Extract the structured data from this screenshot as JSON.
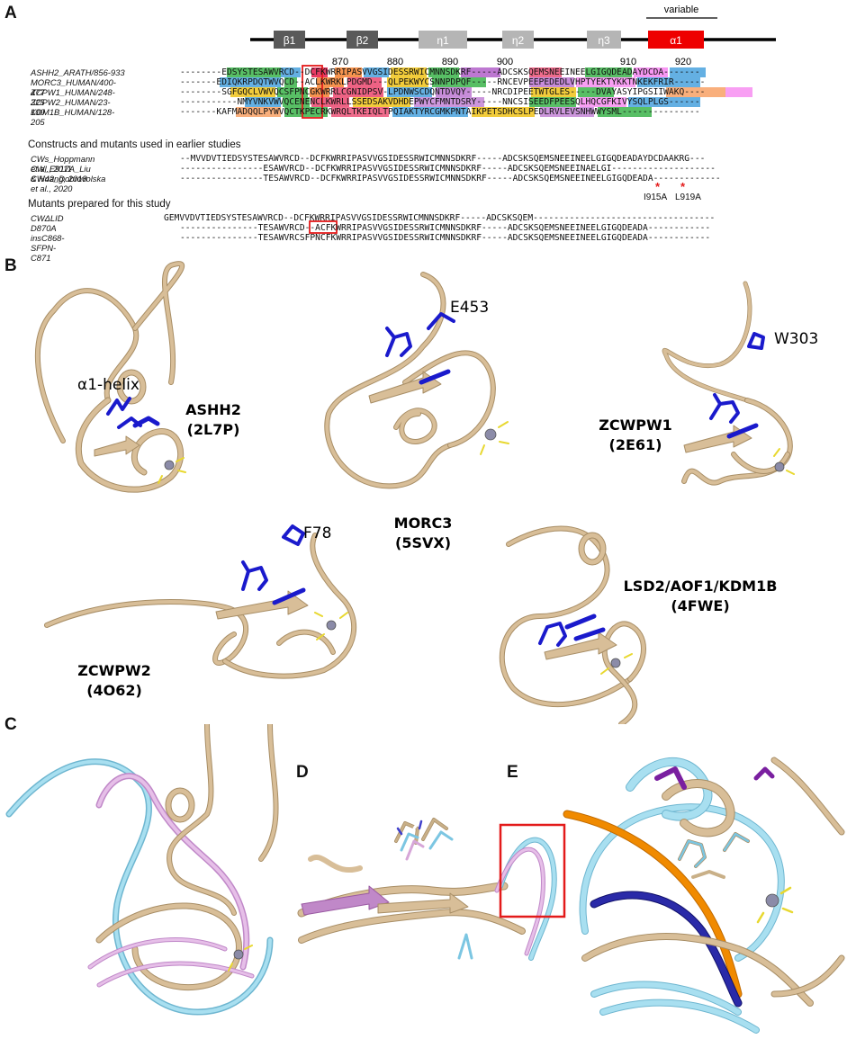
{
  "panels": {
    "a": "A",
    "b": "B",
    "c": "C",
    "d": "D",
    "e": "E"
  },
  "secondary_structure": {
    "variable_label": "variable",
    "elements": [
      {
        "label": "β1",
        "color": "#5a5a5a"
      },
      {
        "label": "β2",
        "color": "#5a5a5a"
      },
      {
        "label": "η1",
        "color": "#b5b5b5"
      },
      {
        "label": "η2",
        "color": "#b5b5b5"
      },
      {
        "label": "η3",
        "color": "#b5b5b5"
      },
      {
        "label": "α1",
        "color": "#ee0000"
      }
    ]
  },
  "ruler": [
    "870",
    "880",
    "890",
    "900",
    "910",
    "920"
  ],
  "alignment": [
    {
      "name": "ASHH2_ARATH/856-933",
      "seq": "--------EDSYSTESAWVRCD--DCFKWRRIPASVVGSIDESSRWICMNNSDKRF-----ADCSKSQEMSNEEINEELGIGQDEADAYDCDA-------"
    },
    {
      "name": "MORC3_HUMAN/400-477",
      "seq": "-------EDIQKRPDQTWVQCD--ACLKWRKLPDGMD---QLPEKWYCSNNPDPQF-----RNCEVPEEPEDEDLVHPTYEKTYKKTNKEKFRIR------"
    },
    {
      "name": "ZCPW1_HUMAN/248-325",
      "seq": "--------SGFGQCLVWVQCSFPNCGKWRRLCGNIDPSV-LPDNWSCDQNTDVQY-----NRCDIPEETWTGLES-----DVAYASYIPGSIIWAKQ----"
    },
    {
      "name": "ZCPW2_HUMAN/23-100",
      "seq": "-----------NMYVNKVWVQCENENCLKWRLLSSEDSAKVDHDEPWYCFMNTDSRY-----NNCSISEEDFPEESQLHQCGFKIVYSQLPLGS------"
    },
    {
      "name": "KDM1B_HUMAN/128-205",
      "seq": "-------KAFMADQQLPYWVQCTKPECRKWRQLTKEIQLTPQIAKTYRCGMKPNTAIKPETSDHCSLPEDLRVLEVSNHWWYSML---------------"
    }
  ],
  "constructs": {
    "title": "Constructs and mutants used in earlier studies",
    "rows": [
      {
        "name": "CWs_Hoppmann et al., 2011",
        "seq": "--MVVDVTIEDSYSTESAWVRCD--DCFKWRRIPASVVGSIDESSRWICMNNSDKRF-----ADCSKSQEMSNEEINEELGIGQDEADAYDCDAAKRG---"
      },
      {
        "name": "CW_E917A_Liu & Huang, 2018",
        "seq": "----------------ESAWVRCD--DCFKWRRIPASVVGSIDESSRWICMNNSDKRF-----ADCSKSQEMSNEEINAELGI--------------------"
      },
      {
        "name": "CW42_Dobrovolska et al., 2020",
        "seq": "----------------TESAWVRCD--DCFKWRRIPASVVGSIDESSRWICMNNSDKRF-----ADCSKSQEMSNEEINEELGIGQDEADA-------------"
      }
    ],
    "mutation_labels": [
      "I915A",
      "L919A"
    ],
    "mutation_mark": "*"
  },
  "this_study": {
    "title": "Mutants prepared for this study",
    "rows": [
      {
        "name": "CWΔLID",
        "seq": "GEMVVDVTIEDSYSTESAWVRCD--DCFKWRRIPASVVGSIDESSRWICMNNSDKRF-----ADCSKSQEM-----------------------------------"
      },
      {
        "name": "D870A",
        "seq": "---------------TESAWVRCD--ACFKWRRIPASVVGSIDESSRWICMNNSDKRF-----ADCSKSQEMSNEEINEELGIGQDEADA------------"
      },
      {
        "name": "insC868-SFPN-C871",
        "seq": "---------------TESAWVRCSFPNCFKWRRIPASVVGSIDESSRWICMNNSDKRF-----ADCSKSQEMSNEEINEELGIGQDEADA------------"
      }
    ]
  },
  "structures": [
    {
      "name": "ASHH2",
      "pdb": "(2L7P)",
      "annotation": "α1-helix"
    },
    {
      "name": "MORC3",
      "pdb": "(5SVX)",
      "annotation": "E453"
    },
    {
      "name": "ZCWPW1",
      "pdb": "(2E61)",
      "annotation": "W303"
    },
    {
      "name": "ZCWPW2",
      "pdb": "(4O62)",
      "annotation": "F78"
    },
    {
      "name": "LSD2/AOF1/KDM1B",
      "pdb": "(4FWE)",
      "annotation": ""
    }
  ],
  "colors": {
    "backbone": "#d8be98",
    "backbone_edge": "#a88e66",
    "sidechain": "#1a1acc",
    "overlay_cyan": "#7cc6e2",
    "overlay_pink": "#d6a6d8",
    "overlay_orange": "#f08a00",
    "overlay_purple": "#7a1fa0",
    "highlight_box": "#e31a1a"
  }
}
